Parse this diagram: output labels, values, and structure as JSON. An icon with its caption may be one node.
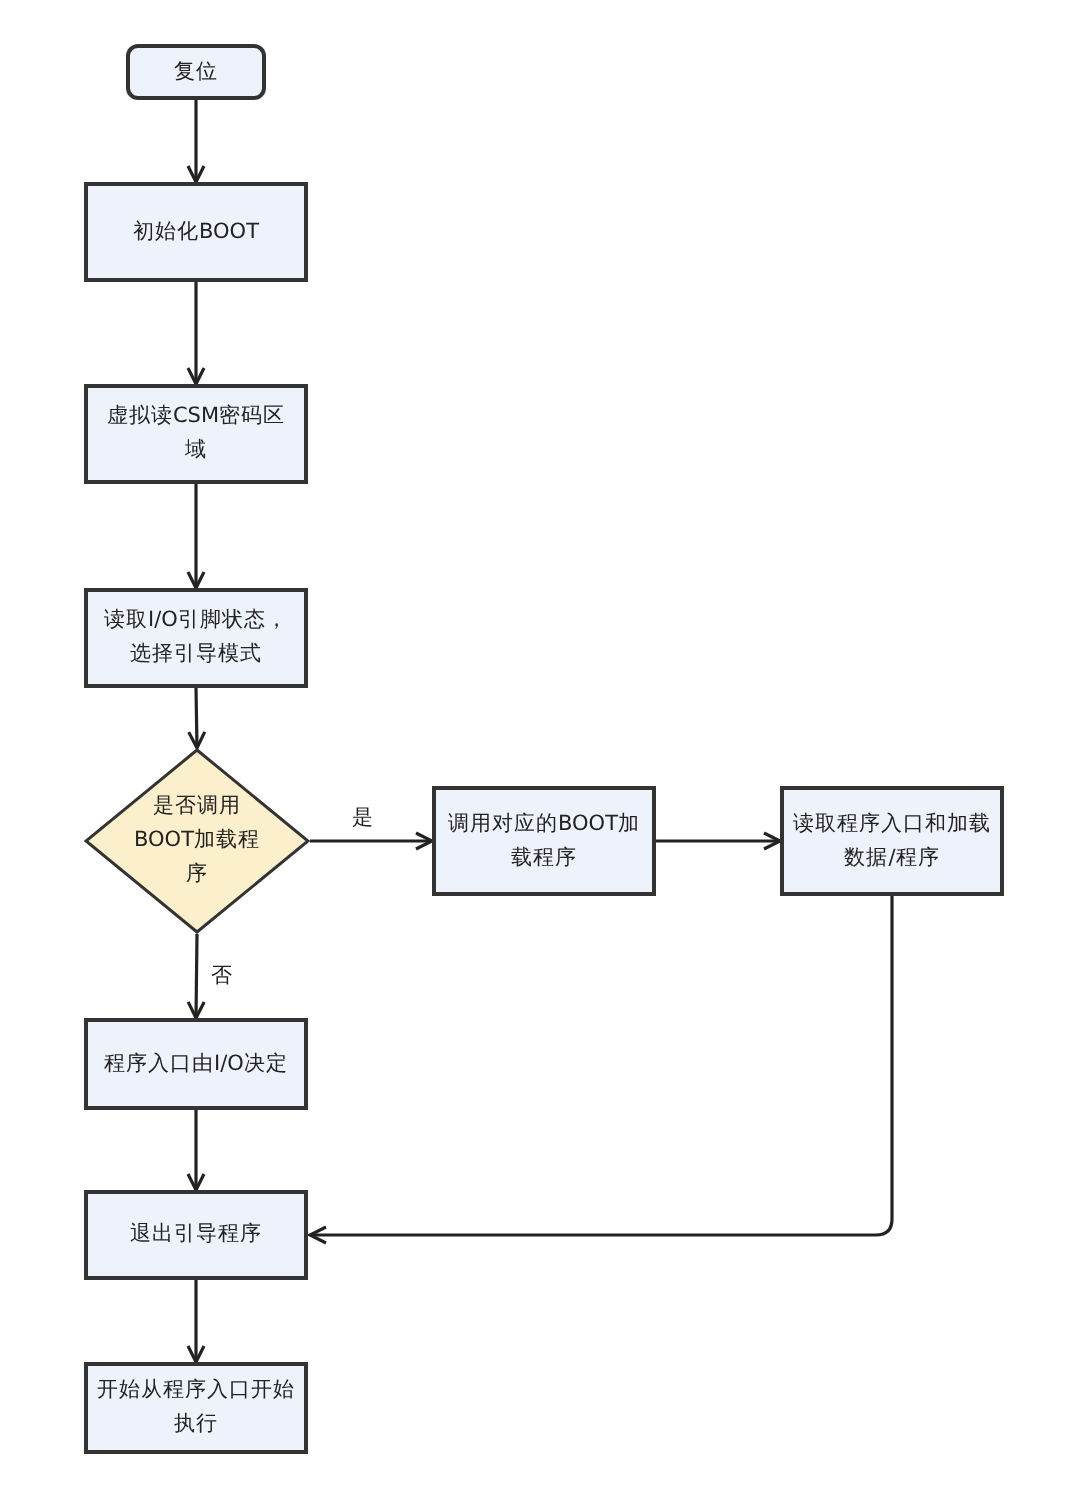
{
  "diagram": {
    "nodes": [
      {
        "text": [
          "复位"
        ]
      },
      {
        "text": [
          "初始化BOOT"
        ]
      },
      {
        "text": [
          "虚拟读CSM密码区域"
        ]
      },
      {
        "text": [
          "读取I/O引脚状态，选择引导模式"
        ]
      },
      {
        "text": [
          "是否调用BOOT加载程序"
        ]
      },
      {
        "text": [
          "调用对应的BOOT加载程序"
        ]
      },
      {
        "text": [
          "读取程序入口和加载数据/程序"
        ]
      },
      {
        "text": [
          "程序入口由I/O决定"
        ]
      },
      {
        "text": [
          "退出引导程序"
        ]
      },
      {
        "text": [
          "开始从程序入口开始执行"
        ]
      }
    ],
    "edges": [
      {
        "from": 0,
        "to": 1,
        "arrow": "to"
      },
      {
        "from": 1,
        "to": 2,
        "arrow": "to"
      },
      {
        "from": 2,
        "to": 3,
        "arrow": "to"
      },
      {
        "from": 3,
        "to": 4,
        "arrow": "to"
      },
      {
        "from": 4,
        "to": 5,
        "arrow": "to",
        "label": "是"
      },
      {
        "from": 5,
        "to": 6,
        "arrow": "to"
      },
      {
        "from": 4,
        "to": 7,
        "arrow": "to",
        "label": "否"
      },
      {
        "from": 6,
        "to": 8,
        "arrow": "to"
      },
      {
        "from": 7,
        "to": 8,
        "arrow": "to"
      },
      {
        "from": 8,
        "to": 9,
        "arrow": "to"
      }
    ]
  }
}
